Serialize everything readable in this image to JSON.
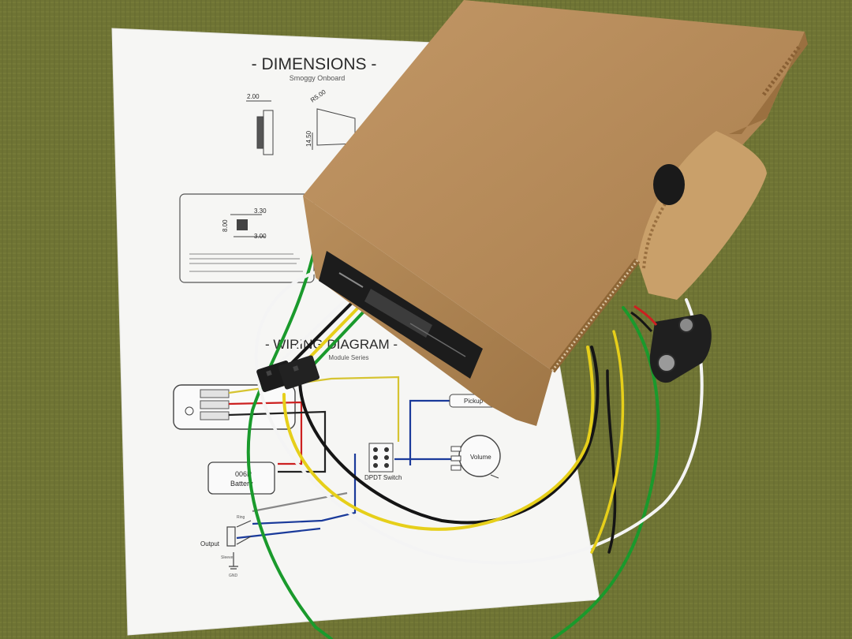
{
  "sheet": {
    "dimensions_title": "- DIMENSIONS -",
    "dimensions_subtitle": "Smoggy Onboard",
    "dims": {
      "d1": "2.00",
      "d2": "R5.00",
      "d3": "14.50",
      "d4": "3.30",
      "d5": "8.00",
      "d6": "3.00"
    },
    "wiring_title": "- WIRING DIAGRAM -",
    "wiring_subtitle": "Module Series",
    "labels": {
      "pickup": "Pickup",
      "volume": "Volume",
      "dpdt": "DPDT Switch",
      "battery_a": "006P",
      "battery_b": "Battery",
      "output": "Output",
      "ring": "Ring",
      "sleeve": "Sleeve",
      "gnd": "GND"
    }
  },
  "colors": {
    "background": "#6f7434",
    "paper": "#f6f6f4",
    "box": "#b68b58",
    "wire_green": "#1a9a2c",
    "wire_yellow": "#e6cf1a",
    "wire_white": "#f4f4f4",
    "wire_black": "#151515",
    "diagram_red": "#cc2020",
    "diagram_blue": "#1a3a9a"
  }
}
